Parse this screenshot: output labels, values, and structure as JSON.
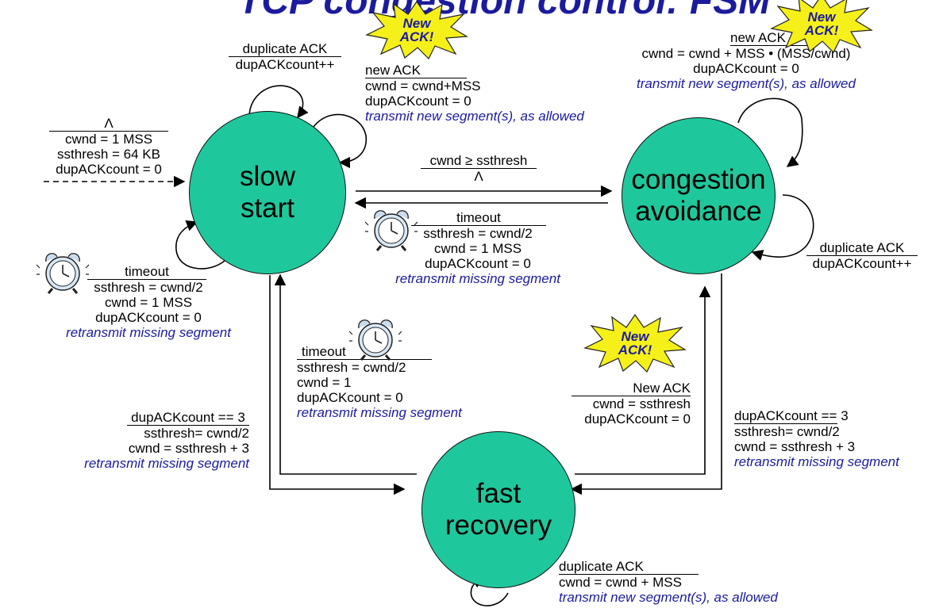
{
  "title": "TCP congestion control: FSM",
  "colors": {
    "state_fill": "#1fc89c",
    "italic_text": "#1b1b9e",
    "burst_fill": "#f5f01a",
    "burst_text": "#1b1b9e",
    "arrow": "#000000"
  },
  "states": {
    "slow_start": {
      "line1": "slow",
      "line2": "start"
    },
    "congestion_avoidance": {
      "line1": "congestion",
      "line2": "avoidance"
    },
    "fast_recovery": {
      "line1": "fast",
      "line2": "recovery"
    }
  },
  "burst": {
    "line1": "New",
    "line2": "ACK!"
  },
  "transitions": {
    "initial": {
      "trigger": "Λ",
      "actions": [
        "cwnd = 1 MSS",
        "ssthresh = 64 KB",
        "dupACKcount = 0"
      ]
    },
    "ss_dup": {
      "trigger": "duplicate ACK",
      "actions": [
        "dupACKcount++"
      ]
    },
    "ss_newack": {
      "trigger": "new ACK",
      "actions": [
        "cwnd = cwnd+MSS",
        "dupACKcount = 0"
      ],
      "italic": "transmit new segment(s), as allowed"
    },
    "ss_timeout": {
      "trigger": "timeout",
      "actions": [
        "ssthresh = cwnd/2",
        "cwnd = 1 MSS",
        "dupACKcount = 0"
      ],
      "italic": "retransmit missing segment"
    },
    "ss_to_ca": {
      "trigger": "cwnd ≥ ssthresh",
      "actions": [
        "Λ"
      ]
    },
    "ca_to_ss": {
      "trigger": "timeout",
      "actions": [
        "ssthresh = cwnd/2",
        "cwnd = 1 MSS",
        "dupACKcount = 0"
      ],
      "italic": "retransmit missing segment"
    },
    "ca_newack": {
      "trigger": "new ACK",
      "actions": [
        "cwnd = cwnd + MSS • (MSS/cwnd)",
        "dupACKcount = 0"
      ],
      "italic": "transmit new segment(s), as allowed"
    },
    "ca_dup": {
      "trigger": "duplicate ACK",
      "actions": [
        "dupACKcount++"
      ]
    },
    "fr_to_ss": {
      "trigger": "timeout",
      "actions": [
        "ssthresh = cwnd/2",
        "cwnd = 1",
        "dupACKcount = 0"
      ],
      "italic": "retransmit missing segment"
    },
    "ss_to_fr": {
      "trigger": "dupACKcount == 3",
      "actions": [
        "ssthresh= cwnd/2",
        "cwnd = ssthresh + 3"
      ],
      "italic": "retransmit missing segment"
    },
    "fr_to_ca": {
      "trigger": "New ACK",
      "actions": [
        "cwnd = ssthresh",
        "dupACKcount = 0"
      ]
    },
    "ca_to_fr": {
      "trigger": "dupACKcount == 3",
      "actions": [
        "ssthresh= cwnd/2",
        "cwnd = ssthresh + 3"
      ],
      "italic": "retransmit missing segment"
    },
    "fr_dup": {
      "trigger": "duplicate ACK",
      "actions": [
        "cwnd = cwnd + MSS"
      ],
      "italic": "transmit new segment(s), as allowed"
    }
  }
}
